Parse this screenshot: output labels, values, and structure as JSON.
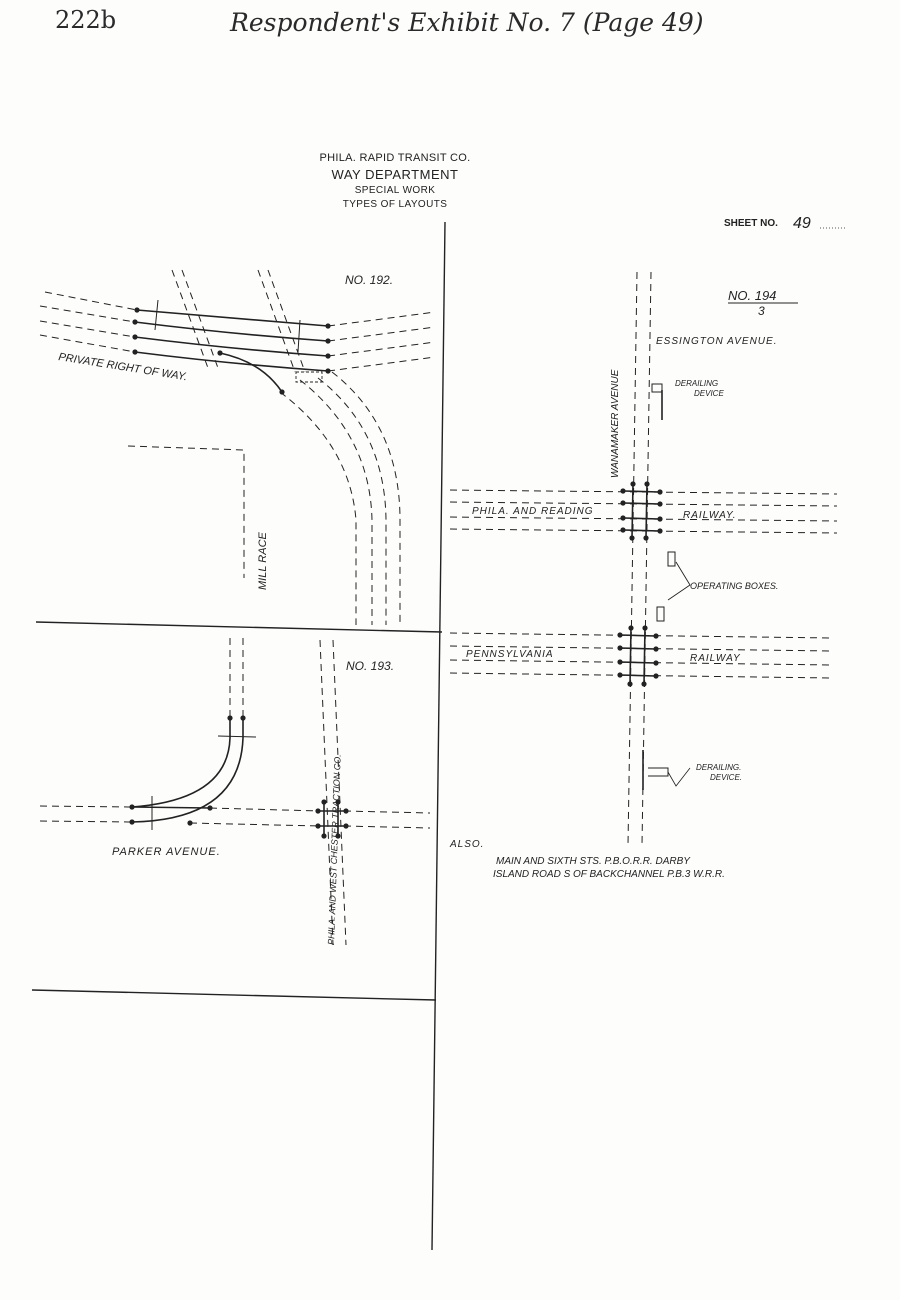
{
  "header": {
    "page_number": "222b",
    "exhibit_title": "Respondent's Exhibit No. 7 (Page 49)"
  },
  "title_block": {
    "company": "PHILA. RAPID TRANSIT CO.",
    "department": "WAY DEPARTMENT",
    "subject": "SPECIAL WORK",
    "drawing": "TYPES OF LAYOUTS"
  },
  "sheet": {
    "label": "SHEET NO.",
    "number": "49"
  },
  "layouts": {
    "no192": {
      "label": "NO. 192.",
      "private_row": "PRIVATE RIGHT OF WAY.",
      "mill_race": "MILL RACE"
    },
    "no193": {
      "label": "NO. 193.",
      "parker_avenue": "PARKER AVENUE.",
      "railroad": "PHILA. AND WEST CHESTER TRACTION CO."
    },
    "no194": {
      "label": "NO. 194",
      "sub_number": "3",
      "essington": "ESSINGTON AVENUE.",
      "wanamaker": "WANAMAKER AVENUE",
      "derailing_top": [
        "DERAILING",
        "DEVICE"
      ],
      "phila_reading": "PHILA. AND READING",
      "railway_1": "RAILWAY.",
      "operating_boxes": "OPERATING BOXES.",
      "pennsylvania": "PENNSYLVANIA",
      "railway_2": "RAILWAY",
      "derailing_bottom": [
        "DERAILING.",
        "DEVICE."
      ]
    }
  },
  "also_note": {
    "label": "ALSO.",
    "line1": "MAIN AND SIXTH STS. P.B.O.R.R. DARBY",
    "line2": "ISLAND ROAD S OF BACKCHANNEL P.B.3 W.R.R."
  }
}
